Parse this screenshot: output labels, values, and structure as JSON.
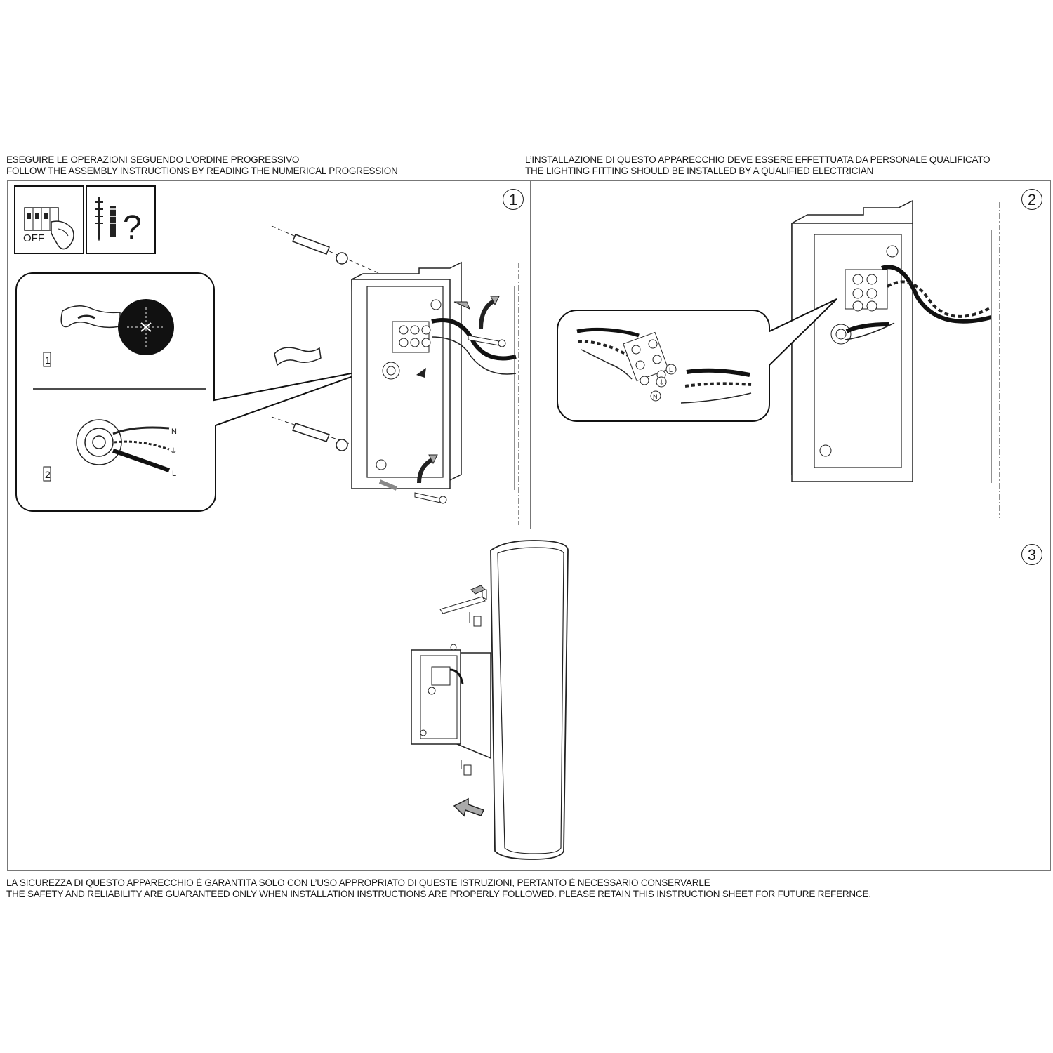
{
  "header": {
    "left_line1": "ESEGUIRE LE OPERAZIONI SEGUENDO L’ORDINE PROGRESSIVO",
    "left_line2": "FOLLOW THE ASSEMBLY INSTRUCTIONS BY READING THE NUMERICAL PROGRESSION",
    "right_line1": "L’INSTALLAZIONE DI QUESTO APPARECCHIO DEVE ESSERE EFFETTUATA DA PERSONALE QUALIFICATO",
    "right_line2": "THE LIGHTING FITTING SHOULD BE INSTALLED BY A QUALIFIED ELECTRICIAN"
  },
  "footer": {
    "line1": "LA SICUREZZA DI QUESTO APPARECCHIO È GARANTITA SOLO CON L’USO APPROPRIATO DI QUESTE ISTRUZIONI, PERTANTO È NECESSARIO CONSERVARLE",
    "line2": "THE SAFETY AND RELIABILITY ARE GUARANTEED ONLY WHEN INSTALLATION INSTRUCTIONS ARE PROPERLY FOLLOWED. PLEASE RETAIN THIS INSTRUCTION SHEET FOR FUTURE REFERNCE."
  },
  "steps": [
    {
      "number": "1"
    },
    {
      "number": "2"
    },
    {
      "number": "3"
    }
  ],
  "step1": {
    "off_label": "OFF",
    "question_mark": "?",
    "sub_step_1": "1",
    "sub_step_2": "2",
    "wire_n": "N",
    "wire_earth": "⏚",
    "wire_l": "L"
  },
  "step2": {
    "terminal_l": "L",
    "terminal_earth": "⏚",
    "terminal_n": "N"
  },
  "icons": [
    "power-off-switch-icon",
    "screw-and-plug-icon",
    "question-icon",
    "scissors-icon",
    "arrow-icon",
    "allen-key-icon"
  ]
}
